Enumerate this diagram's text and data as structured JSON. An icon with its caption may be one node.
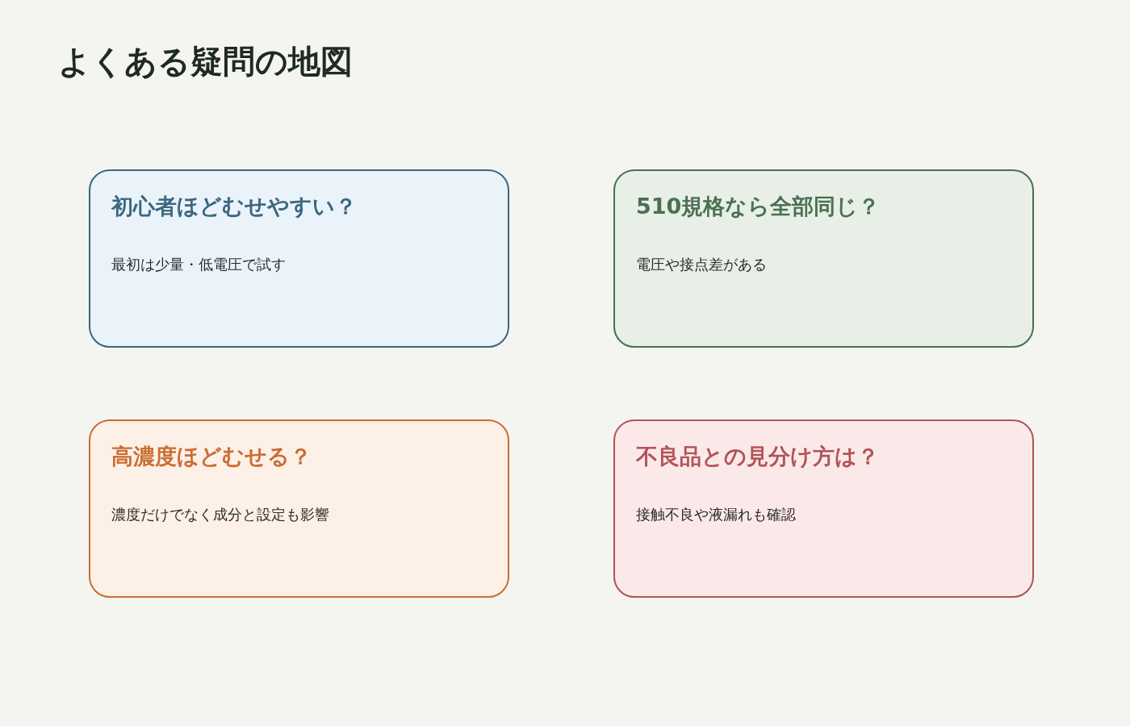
{
  "diagram": {
    "title": "よくある疑問の地図",
    "nodes": [
      {
        "text": [
          "初心者ほどむせやすい？",
          "最初は少量・低電圧で試す"
        ]
      },
      {
        "text": [
          "510規格なら全部同じ？",
          "電圧や接点差がある"
        ]
      },
      {
        "text": [
          "高濃度ほどむせる？",
          "濃度だけでなく成分と設定も影響"
        ]
      },
      {
        "text": [
          "不良品との見分け方は？",
          "接触不良や液漏れも確認"
        ]
      }
    ]
  }
}
